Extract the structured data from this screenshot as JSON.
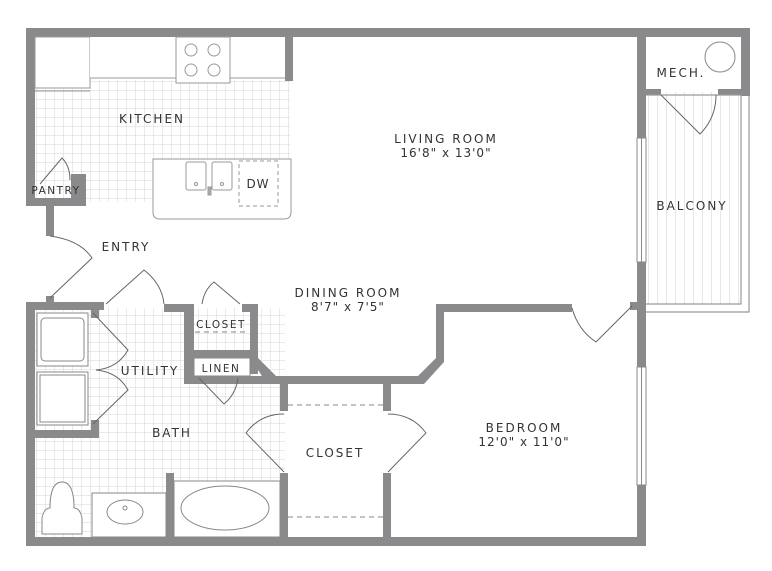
{
  "floorplan": {
    "colors": {
      "wall": "#8a8a8c",
      "line": "#777777",
      "tile": "#dcdcdc",
      "background": "#ffffff",
      "text": "#333333"
    },
    "rooms": [
      {
        "id": "kitchen",
        "name": "KITCHEN",
        "dimensions": ""
      },
      {
        "id": "living",
        "name": "LIVING ROOM",
        "dimensions": "16'8\" x 13'0\""
      },
      {
        "id": "dining",
        "name": "DINING ROOM",
        "dimensions": "8'7\" x 7'5\""
      },
      {
        "id": "bedroom",
        "name": "BEDROOM",
        "dimensions": "12'0\" x 11'0\""
      },
      {
        "id": "balcony",
        "name": "BALCONY",
        "dimensions": ""
      },
      {
        "id": "mech",
        "name": "MECH.",
        "dimensions": ""
      },
      {
        "id": "entry",
        "name": "ENTRY",
        "dimensions": ""
      },
      {
        "id": "pantry",
        "name": "PANTRY",
        "dimensions": ""
      },
      {
        "id": "utility",
        "name": "UTILITY",
        "dimensions": ""
      },
      {
        "id": "bath",
        "name": "BATH",
        "dimensions": ""
      },
      {
        "id": "closet_small",
        "name": "CLOSET",
        "dimensions": ""
      },
      {
        "id": "linen",
        "name": "LINEN",
        "dimensions": ""
      },
      {
        "id": "closet_walkin",
        "name": "CLOSET",
        "dimensions": ""
      }
    ],
    "fixtures": {
      "dishwasher": "DW"
    }
  }
}
